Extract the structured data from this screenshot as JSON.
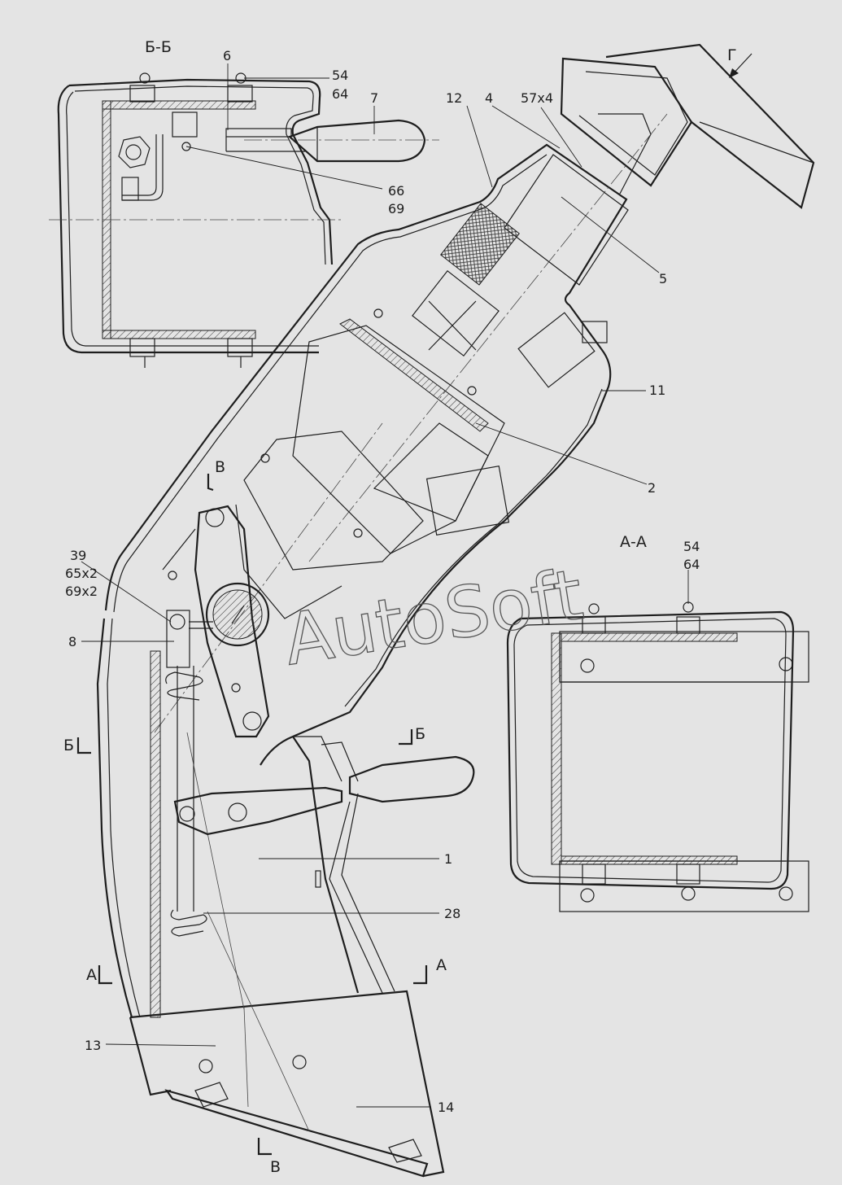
{
  "watermark": "AutoSoft",
  "sections": {
    "bb": "Б-Б",
    "aa": "А-А"
  },
  "view_arrow": "Г",
  "cut_marks": {
    "v_top": "В",
    "v_bottom": "В",
    "b_left": "Б",
    "b_right": "Б",
    "a_left": "А",
    "a_right": "А"
  },
  "callouts": {
    "c54_64_top": [
      "54",
      "64"
    ],
    "c6": "6",
    "c7": "7",
    "c66_69": [
      "66",
      "69"
    ],
    "c12": "12",
    "c4": "4",
    "c57x4": "57x4",
    "c5": "5",
    "c11": "11",
    "c2": "2",
    "c39_group": [
      "39",
      "65x2",
      "69x2"
    ],
    "c8": "8",
    "c54_64_aa": [
      "54",
      "64"
    ],
    "c1": "1",
    "c28": "28",
    "c13": "13",
    "c14": "14"
  }
}
